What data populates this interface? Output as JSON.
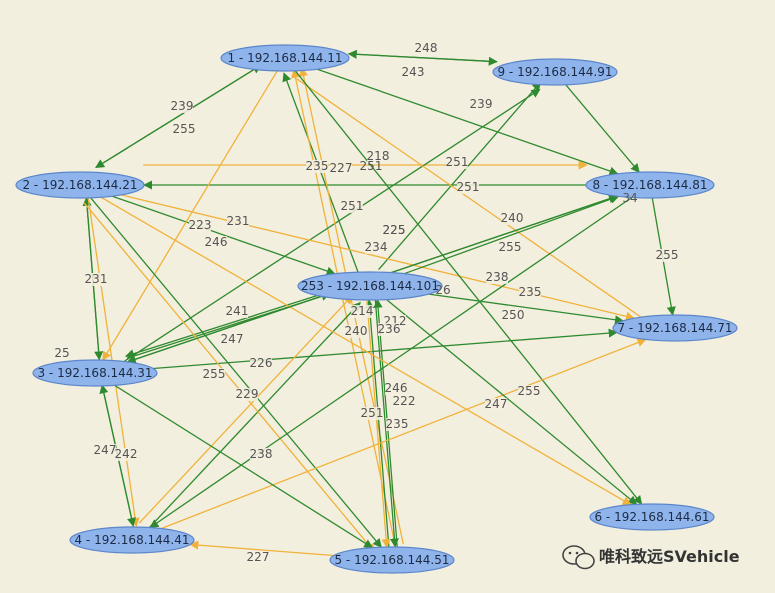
{
  "colors": {
    "background": "#f3efdf",
    "node_fill": "#8fb4ec",
    "node_stroke": "#5b86c9",
    "edge_green": "#2f8a2f",
    "edge_orange": "#f0b23a"
  },
  "nodes": [
    {
      "id": "n1",
      "label": "1 - 192.168.144.11"
    },
    {
      "id": "n9",
      "label": "9 - 192.168.144.91"
    },
    {
      "id": "n2",
      "label": "2 - 192.168.144.21"
    },
    {
      "id": "n8",
      "label": "8 - 192.168.144.81"
    },
    {
      "id": "n253",
      "label": "253 - 192.168.144.101"
    },
    {
      "id": "n7",
      "label": "7 - 192.168.144.71"
    },
    {
      "id": "n3",
      "label": "3 - 192.168.144.31"
    },
    {
      "id": "n6",
      "label": "6 - 192.168.144.61"
    },
    {
      "id": "n4",
      "label": "4 - 192.168.144.41"
    },
    {
      "id": "n5",
      "label": "5 - 192.168.144.51"
    }
  ],
  "edges": [
    {
      "from": "n1",
      "to": "n9",
      "label": "248",
      "color": "green"
    },
    {
      "from": "n9",
      "to": "n1",
      "label": "243",
      "color": "green"
    },
    {
      "from": "n2",
      "to": "n1",
      "label": "239",
      "color": "green"
    },
    {
      "from": "n1",
      "to": "n2",
      "label": "255",
      "color": "green"
    },
    {
      "from": "n1",
      "to": "n8",
      "label": "239",
      "color": "green"
    },
    {
      "from": "n2",
      "to": "n8",
      "label": "218",
      "color": "orange"
    },
    {
      "from": "n253",
      "to": "n1",
      "label": "235",
      "color": "green"
    },
    {
      "from": "n5",
      "to": "n1",
      "label": "227",
      "color": "orange"
    },
    {
      "from": "n253",
      "to": "n9",
      "label": "251",
      "color": "green"
    },
    {
      "from": "n3",
      "to": "n9",
      "label": "251",
      "color": "green"
    },
    {
      "from": "n8",
      "to": "n2",
      "label": "251",
      "color": "green"
    },
    {
      "from": "n2",
      "to": "n253",
      "label": "231",
      "color": "green"
    },
    {
      "from": "n1",
      "to": "n3",
      "label": "223",
      "color": "orange"
    },
    {
      "from": "n2",
      "to": "n7",
      "label": "246",
      "color": "orange"
    },
    {
      "from": "n2",
      "to": "n3",
      "label": "231",
      "color": "green"
    },
    {
      "from": "n3",
      "to": "n2",
      "label": "",
      "color": "green"
    },
    {
      "from": "n1",
      "to": "n7",
      "label": "225",
      "color": "orange"
    },
    {
      "from": "n253",
      "to": "n8",
      "label": "240",
      "color": "green"
    },
    {
      "from": "n5",
      "to": "n1",
      "label": "234",
      "color": "orange"
    },
    {
      "from": "n3",
      "to": "n8",
      "label": "255",
      "color": "green"
    },
    {
      "from": "n1",
      "to": "n6",
      "label": "238",
      "color": "green"
    },
    {
      "from": "n253",
      "to": "n7",
      "label": "235",
      "color": "green"
    },
    {
      "from": "n3",
      "to": "n7",
      "label": "250",
      "color": "green"
    },
    {
      "from": "n8",
      "to": "n7",
      "label": "255",
      "color": "green"
    },
    {
      "from": "n9",
      "to": "n8",
      "label": "",
      "color": "green"
    },
    {
      "from": "n3",
      "to": "n253",
      "label": "241",
      "color": "green"
    },
    {
      "from": "n253",
      "to": "n3",
      "label": "247",
      "color": "green"
    },
    {
      "from": "n4",
      "to": "n253",
      "label": "214",
      "color": "orange"
    },
    {
      "from": "n5",
      "to": "n253",
      "label": "212",
      "color": "green"
    },
    {
      "from": "n4",
      "to": "n253",
      "label": "240",
      "color": "green"
    },
    {
      "from": "n5",
      "to": "n253",
      "label": "236",
      "color": "green"
    },
    {
      "from": "n2",
      "to": "n4",
      "label": "226",
      "color": "orange"
    },
    {
      "from": "n2",
      "to": "n5",
      "label": "255",
      "color": "green"
    },
    {
      "from": "n2",
      "to": "n5",
      "label": "229",
      "color": "orange"
    },
    {
      "from": "n253",
      "to": "n5",
      "label": "246",
      "color": "green"
    },
    {
      "from": "n8",
      "to": "n4",
      "label": "222",
      "color": "green"
    },
    {
      "from": "n4",
      "to": "n7",
      "label": "251",
      "color": "orange"
    },
    {
      "from": "n253",
      "to": "n5",
      "label": "235",
      "color": "orange"
    },
    {
      "from": "n253",
      "to": "n6",
      "label": "247",
      "color": "green"
    },
    {
      "from": "n2",
      "to": "n6",
      "label": "255",
      "color": "orange"
    },
    {
      "from": "n3",
      "to": "n4",
      "label": "247",
      "color": "green"
    },
    {
      "from": "n4",
      "to": "n3",
      "label": "242",
      "color": "green"
    },
    {
      "from": "n3",
      "to": "n5",
      "label": "238",
      "color": "green"
    },
    {
      "from": "n5",
      "to": "n4",
      "label": "227",
      "color": "orange"
    },
    {
      "from": "n8",
      "to": "n3",
      "label": "",
      "color": "green"
    }
  ],
  "partial_labels": [
    {
      "text": "251"
    },
    {
      "text": "225"
    },
    {
      "text": "34"
    },
    {
      "text": "26"
    },
    {
      "text": "25"
    }
  ],
  "watermark": {
    "text": "唯科致远SVehicle",
    "icon": "wechat-icon"
  }
}
